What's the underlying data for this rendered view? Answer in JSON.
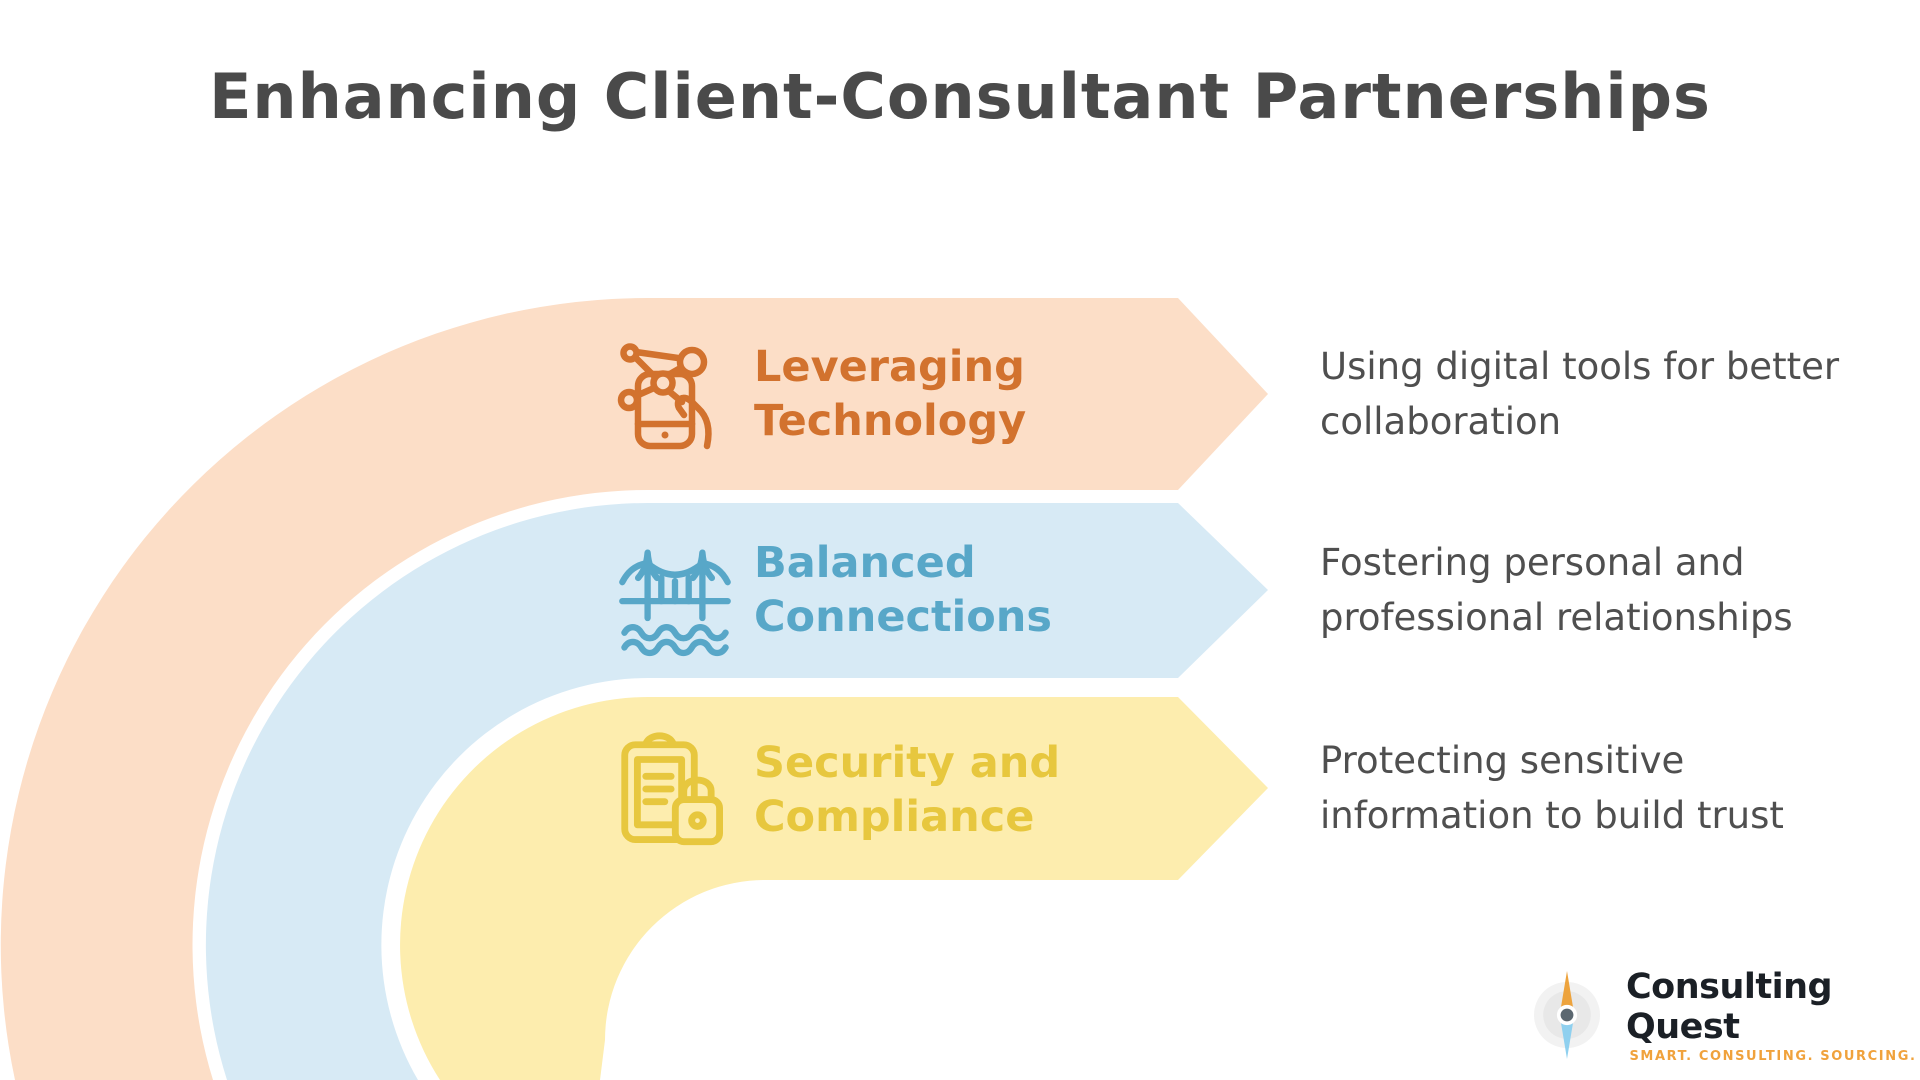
{
  "title": {
    "text": "Enhancing Client-Consultant Partnerships",
    "color": "#4a4a4a"
  },
  "description_color": "#4f4f4f",
  "items": [
    {
      "label_line1": "Leveraging",
      "label_line2": "Technology",
      "desc_line1": "Using digital tools for better",
      "desc_line2": "collaboration",
      "icon": "network-phone-hand-icon",
      "accent_color": "#d2722e",
      "band_color": "#fcdec7"
    },
    {
      "label_line1": "Balanced",
      "label_line2": "Connections",
      "desc_line1": "Fostering personal and",
      "desc_line2": "professional relationships",
      "icon": "bridge-icon",
      "accent_color": "#58a7c8",
      "band_color": "#d7eaf5"
    },
    {
      "label_line1": "Security and",
      "label_line2": "Compliance",
      "desc_line1": "Protecting sensitive",
      "desc_line2": "information to build trust",
      "icon": "clipboard-lock-icon",
      "accent_color": "#e7c73e",
      "band_color": "#fdedae"
    }
  ],
  "logo": {
    "name": "Consulting Quest",
    "tagline": "SMART. CONSULTING. SOURCING.",
    "name_color": "#1b2026",
    "tagline_color": "#f0a23c",
    "needle_top_color": "#eda33d",
    "needle_bottom_color": "#8fd0ef",
    "hub_color": "#5b6770"
  }
}
